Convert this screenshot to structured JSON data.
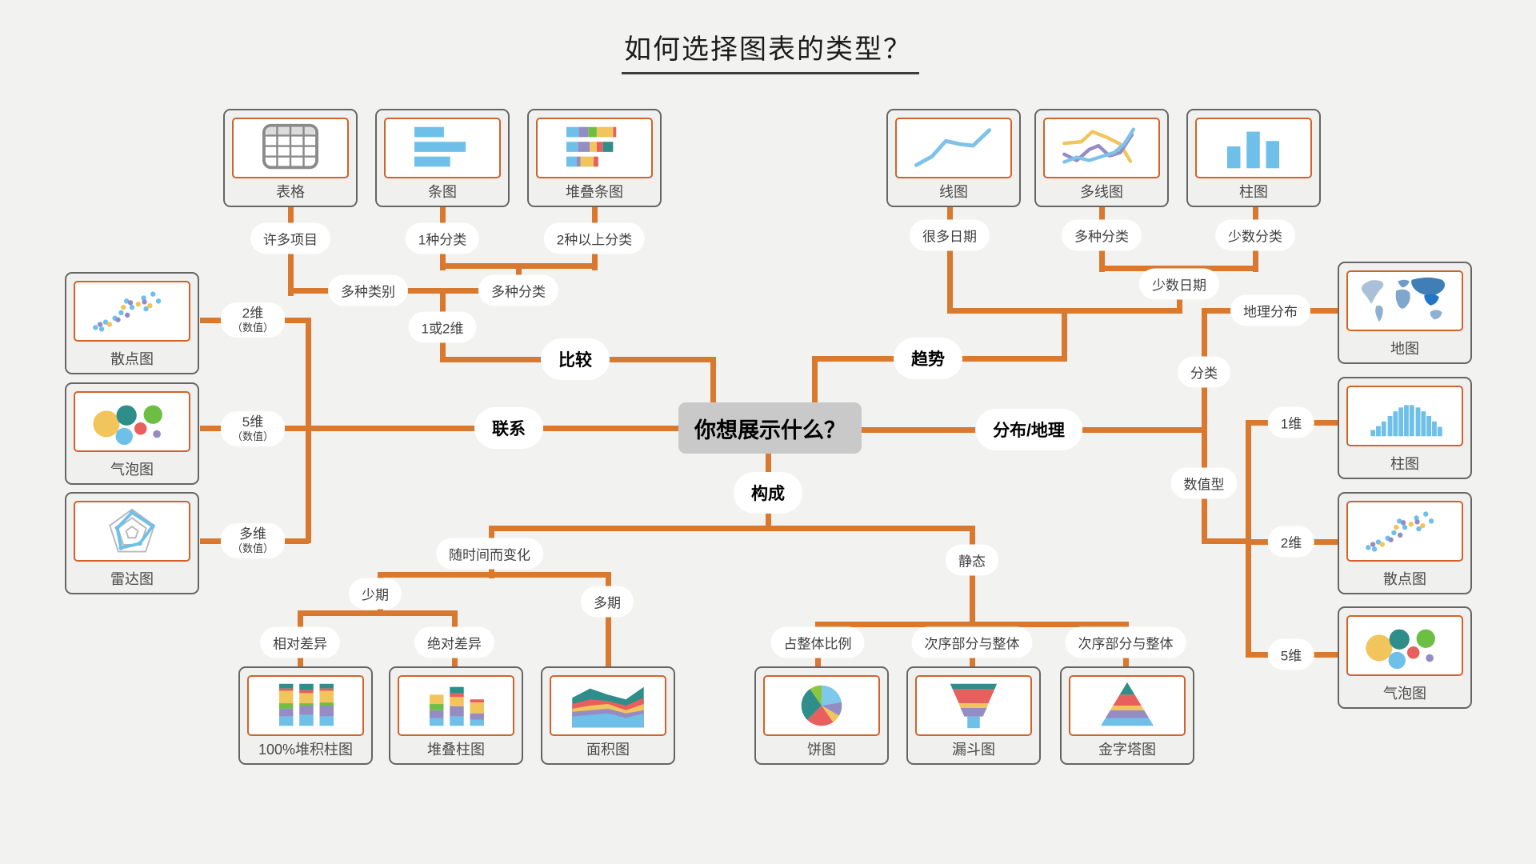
{
  "title": "如何选择图表的类型？",
  "center": {
    "question": "你想展示什么？"
  },
  "pills": [
    {
      "label": "许多项目"
    },
    {
      "label": "1种分类"
    },
    {
      "label": "2种以上分类"
    },
    {
      "label": "多种类别"
    },
    {
      "label": "多种分类"
    },
    {
      "label": "1或2维"
    },
    {
      "label": "比较"
    },
    {
      "label": "联系"
    },
    {
      "label": "构成"
    },
    {
      "label": "趋势"
    },
    {
      "label": "分布/地理"
    },
    {
      "label": "很多日期"
    },
    {
      "label": "多种分类"
    },
    {
      "label": "少数分类"
    },
    {
      "label": "少数日期"
    },
    {
      "label": "地理分布"
    },
    {
      "label": "分类"
    },
    {
      "label": "数值型"
    },
    {
      "label": "1维"
    },
    {
      "label": "2维"
    },
    {
      "label": "5维"
    },
    {
      "label": "2维",
      "sub": "（数值）"
    },
    {
      "label": "5维",
      "sub": "（数值）"
    },
    {
      "label": "多维",
      "sub": "（数值）"
    },
    {
      "label": "随时间而变化"
    },
    {
      "label": "少期"
    },
    {
      "label": "多期"
    },
    {
      "label": "相对差异"
    },
    {
      "label": "绝对差异"
    },
    {
      "label": "静态"
    },
    {
      "label": "占整体比例"
    },
    {
      "label": "次序部分与整体"
    },
    {
      "label": "次序部分与整体"
    }
  ],
  "cards": [
    {
      "label": "表格",
      "icon": "table-icon"
    },
    {
      "label": "条图",
      "icon": "bar-chart-icon"
    },
    {
      "label": "堆叠条图",
      "icon": "stacked-bar-icon"
    },
    {
      "label": "线图",
      "icon": "line-chart-icon"
    },
    {
      "label": "多线图",
      "icon": "multi-line-chart-icon"
    },
    {
      "label": "柱图",
      "icon": "column-chart-icon"
    },
    {
      "label": "散点图",
      "icon": "scatter-plot-icon"
    },
    {
      "label": "气泡图",
      "icon": "bubble-chart-icon"
    },
    {
      "label": "雷达图",
      "icon": "radar-chart-icon"
    },
    {
      "label": "地图",
      "icon": "map-icon"
    },
    {
      "label": "柱图",
      "icon": "histogram-icon"
    },
    {
      "label": "散点图",
      "icon": "scatter-plot-icon"
    },
    {
      "label": "气泡图",
      "icon": "bubble-chart-icon"
    },
    {
      "label": "100%堆积柱图",
      "icon": "stacked-100-column-icon"
    },
    {
      "label": "堆叠柱图",
      "icon": "stacked-column-icon"
    },
    {
      "label": "面积图",
      "icon": "area-chart-icon"
    },
    {
      "label": "饼图",
      "icon": "pie-chart-icon"
    },
    {
      "label": "漏斗图",
      "icon": "funnel-chart-icon"
    },
    {
      "label": "金字塔图",
      "icon": "pyramid-chart-icon"
    }
  ],
  "colors": {
    "background": "#f2f2f0",
    "connector": "#d9782f",
    "card_border": "#666666",
    "card_inner_border": "#d2622a",
    "center_box": "#c9c9c9",
    "blue": "#6ec0e8",
    "light_blue": "#7ec8ec",
    "yellow": "#f2c45c",
    "purple": "#958cc4",
    "green": "#6cbf43",
    "red": "#e8605d",
    "teal": "#2f8d8a",
    "map_blue": "#3f7fb5"
  }
}
